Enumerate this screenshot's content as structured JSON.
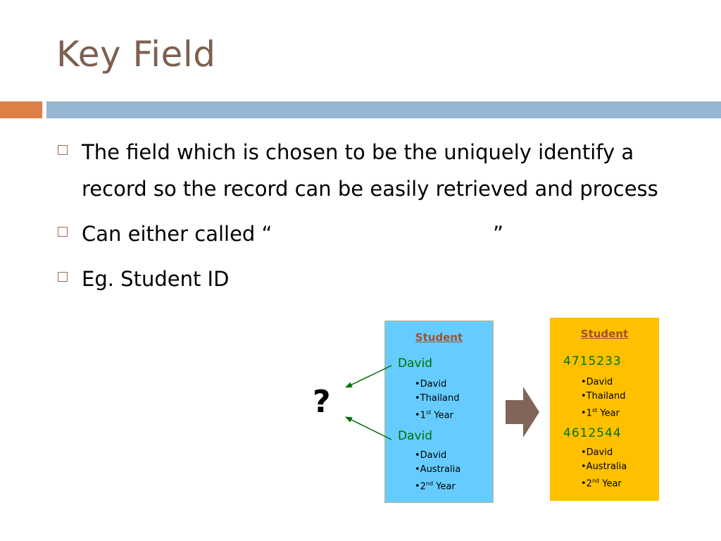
{
  "slide": {
    "title": "Key Field",
    "bullets": [
      {
        "text": "The field which is chosen to be the uniquely identify a record so the record can be easily retrieved and process"
      },
      {
        "text": "Can either called “",
        "close": "”"
      },
      {
        "text": "Eg. Student ID"
      }
    ]
  },
  "diagram": {
    "question": "?",
    "left_card": {
      "title": "Student",
      "records": [
        {
          "name": "David",
          "details": [
            {
              "text": "David"
            },
            {
              "text": "Thailand"
            },
            {
              "text": "1",
              "sup": "st",
              "suffix": " Year"
            }
          ]
        },
        {
          "name": "David",
          "details": [
            {
              "text": "David"
            },
            {
              "text": "Australia"
            },
            {
              "text": "2",
              "sup": "nd",
              "suffix": " Year"
            }
          ]
        }
      ]
    },
    "right_card": {
      "title": "Student",
      "records": [
        {
          "key": "4715233",
          "details": [
            {
              "text": "David"
            },
            {
              "text": "Thailand"
            },
            {
              "text": "1",
              "sup": "st",
              "suffix": " Year"
            }
          ]
        },
        {
          "key": "4612544",
          "details": [
            {
              "text": "David"
            },
            {
              "text": "Australia"
            },
            {
              "text": "2",
              "sup": "nd",
              "suffix": " Year"
            }
          ]
        }
      ]
    }
  },
  "colors": {
    "title": "#7d6050",
    "accent_orange": "#dd8047",
    "accent_blue": "#94b6d2",
    "left_card_fill": "#66ccff",
    "right_card_fill": "#ffc000",
    "record_green": "#007000",
    "card_title": "#a0522d",
    "big_arrow": "#7f6659"
  }
}
